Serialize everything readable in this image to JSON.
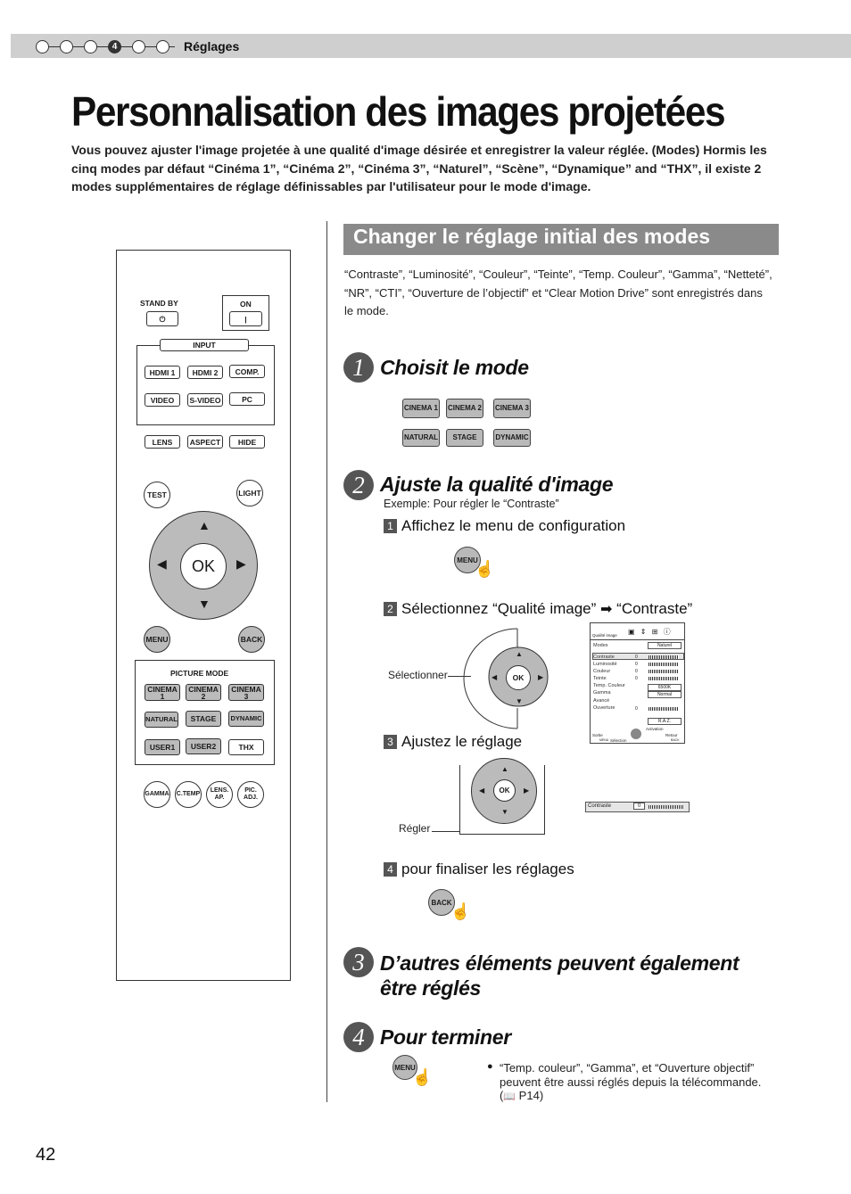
{
  "header": {
    "section_number": "4",
    "section_name": "Réglages"
  },
  "title": "Personnalisation des images projetées",
  "intro": "Vous pouvez ajuster l'image projetée à une qualité d'image désirée et enregistrer la valeur réglée. (Modes) Hormis les cinq modes par défaut “Cinéma 1”, “Cinéma 2”, “Cinéma 3”, “Naturel”, “Scène”, “Dynamique” and “THX”, il existe 2 modes supplémentaires de réglage définissables par l'utilisateur pour le mode d'image.",
  "remote": {
    "standby": "STAND BY",
    "on": "ON",
    "input": "INPUT",
    "hdmi1": "HDMI 1",
    "hdmi2": "HDMI 2",
    "comp": "COMP.",
    "video": "VIDEO",
    "svideo": "S-VIDEO",
    "pc": "PC",
    "lens": "LENS",
    "aspect": "ASPECT",
    "hide": "HIDE",
    "test": "TEST",
    "light": "LIGHT",
    "ok": "OK",
    "menu": "MENU",
    "back": "BACK",
    "picture_mode": "PICTURE MODE",
    "cinema1": "CINEMA 1",
    "cinema2": "CINEMA 2",
    "cinema3": "CINEMA 3",
    "natural": "NATURAL",
    "stage": "STAGE",
    "dynamic": "DYNAMIC",
    "user1": "USER1",
    "user2": "USER2",
    "thx": "THX",
    "gamma": "GAMMA",
    "ctemp": "C.TEMP",
    "lensap": "LENS. AP.",
    "picadj": "PIC. ADJ."
  },
  "section": {
    "title": "Changer le réglage initial des modes",
    "text": "“Contraste”, “Luminosité”, “Couleur”, “Teinte”, “Temp. Couleur”, “Gamma”, “Netteté”, “NR”, “CTI”, “Ouverture de l’objectif” et “Clear Motion Drive” sont enregistrés dans le mode."
  },
  "steps": [
    {
      "num": "1",
      "title": "Choisit le mode"
    },
    {
      "num": "2",
      "title": "Ajuste la qualité d'image"
    },
    {
      "num": "3",
      "title": "D’autres éléments peuvent également être réglés"
    },
    {
      "num": "4",
      "title": "Pour terminer"
    }
  ],
  "mode_buttons": {
    "cinema1": "CINEMA 1",
    "cinema2": "CINEMA 2",
    "cinema3": "CINEMA 3",
    "natural": "NATURAL",
    "stage": "STAGE",
    "dynamic": "DYNAMIC"
  },
  "step2": {
    "example": "Exemple: Pour régler le “Contraste”",
    "sub1": "Affichez le menu de configuration",
    "sub2a": "Sélectionnez “Qualité image”",
    "sub2b": "“Contraste”",
    "sub3": "Ajustez le réglage",
    "sub4": "pour finaliser les réglages",
    "select_label": "Sélectionner",
    "adjust_label": "Régler",
    "menu": "MENU",
    "back": "BACK",
    "ok": "OK"
  },
  "screen": {
    "tab": "Qualité image",
    "modes": "Modes",
    "modes_val": "Naturel",
    "rows": [
      "Contraste",
      "Luminosité",
      "Couleur",
      "Teinte",
      "Temp. Couleur",
      "Gamma",
      "Avancé",
      "Ouverture"
    ],
    "zero": "0",
    "temp_val": "6500K",
    "gamma_val": "Normal",
    "raz": "R.A.Z.",
    "activation": "Activation",
    "sortie": "Sortie",
    "retour": "Retour",
    "selection": "Sélection",
    "menu": "MENU",
    "back": "BACK"
  },
  "slider": {
    "label": "Contraste",
    "value": "0"
  },
  "step4": {
    "menu": "MENU",
    "note": "“Temp. couleur”, “Gamma”, et “Ouverture objectif” peuvent être aussi réglés depuis la télécommande.",
    "ref": "P14"
  },
  "page_number": "42"
}
